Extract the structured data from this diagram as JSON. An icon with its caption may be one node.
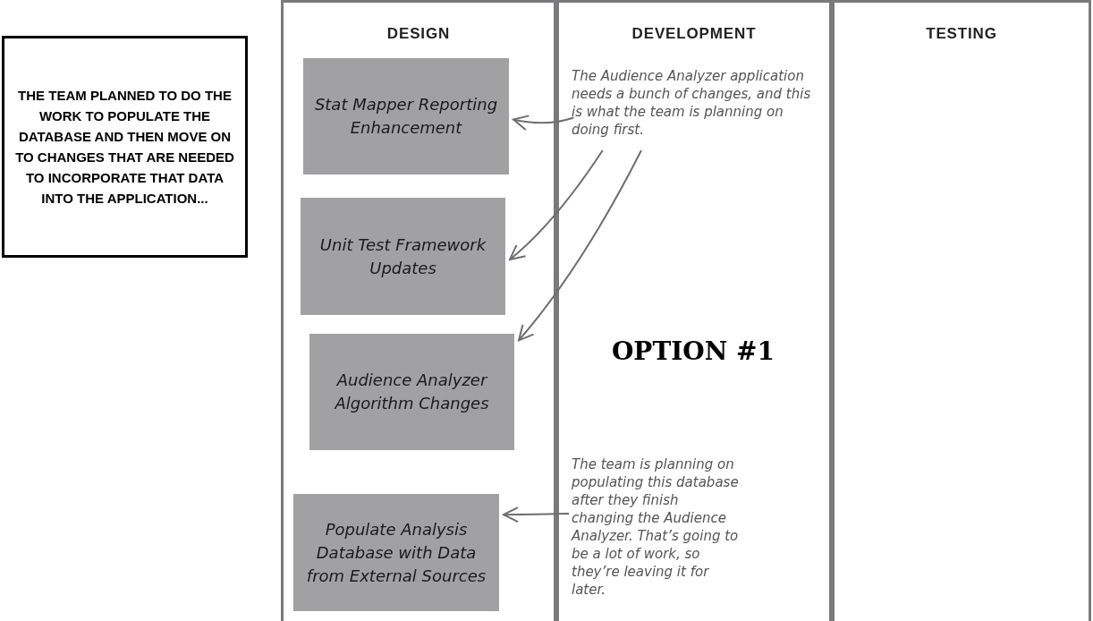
{
  "diagram": {
    "nodes": [
      {
        "text": [
          "THE TEAM PLANNED TO DO THE WORK TO POPULATE THE DATABASE AND THEN MOVE ON TO CHANGES THAT ARE NEEDED TO INCORPORATE THAT DATA INTO THE APPLICATION..."
        ]
      },
      {
        "text": [
          "DESIGN"
        ]
      },
      {
        "text": [
          "DEVELOPMENT"
        ]
      },
      {
        "text": [
          "TESTING"
        ]
      },
      {
        "text": [
          "Stat Mapper Reporting Enhancement"
        ],
        "in": 1
      },
      {
        "text": [
          "Unit Test Framework Updates"
        ],
        "in": 1
      },
      {
        "text": [
          "Audience Analyzer Algorithm Changes"
        ],
        "in": 1
      },
      {
        "text": [
          "Populate Analysis Database with Data from External Sources"
        ],
        "in": 1
      },
      {
        "text": [
          "The Audience Analyzer application needs a bunch of changes, and this is what the team is planning on doing first."
        ],
        "in": 2
      },
      {
        "text": [
          "The team is planning on populating this database after they finish changing the Audience Analyzer. That’s going to be a lot of work, so they’re leaving it for later."
        ],
        "in": 2
      }
    ],
    "edges": [
      {
        "from": 8,
        "to": 4,
        "arrow": "to"
      },
      {
        "from": 8,
        "to": 5,
        "arrow": "to"
      },
      {
        "from": 8,
        "to": 6,
        "arrow": "to"
      },
      {
        "from": 9,
        "to": 7,
        "arrow": "to"
      }
    ],
    "labels": [
      "OPTION #1"
    ]
  }
}
